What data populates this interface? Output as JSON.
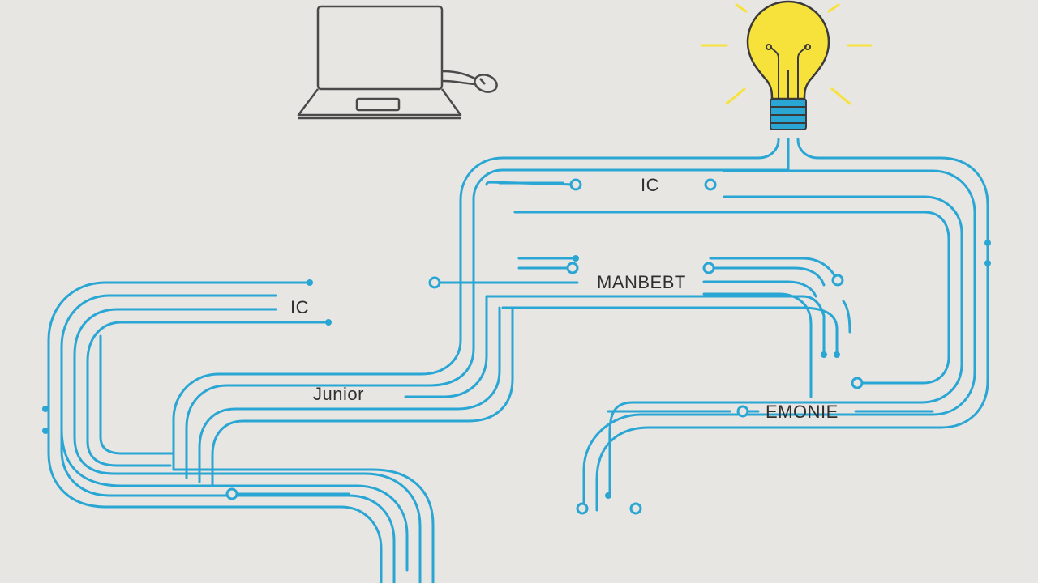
{
  "labels": {
    "ic_top": "IC",
    "manager": "MANBEBT",
    "ic_left": "IC",
    "junior": "Junior",
    "emonie": "EMONIE"
  },
  "colors": {
    "background": "#e8e6e3",
    "trace": "#2aa6d4",
    "outline": "#4a4a4a",
    "bulb": "#f7e23c",
    "bulb_base": "#2aa6d4",
    "text": "#2f2f2f"
  },
  "icons": {
    "laptop": "laptop-icon",
    "mouse": "mouse-icon",
    "bulb": "light-bulb-icon"
  }
}
